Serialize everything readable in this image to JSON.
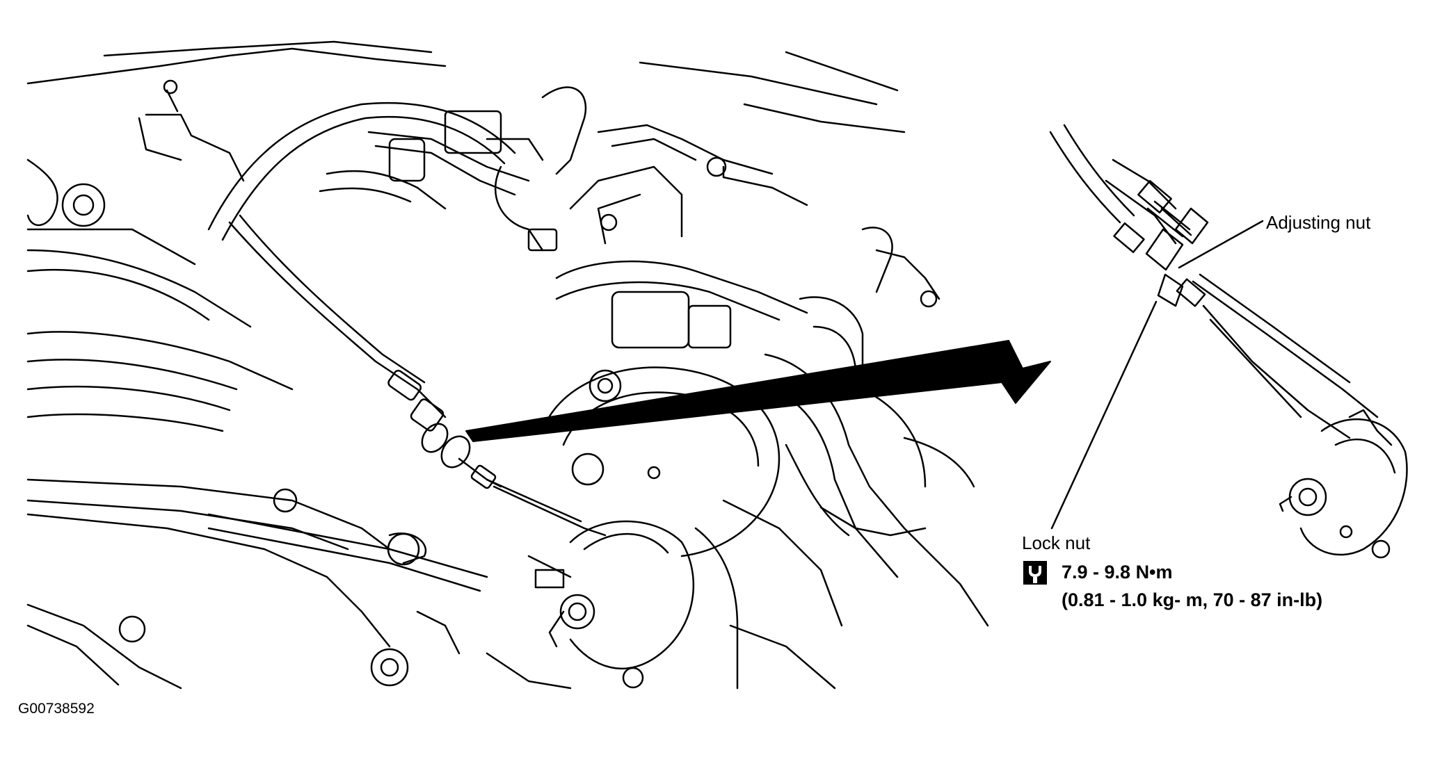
{
  "labels": {
    "adjusting_nut": "Adjusting nut",
    "lock_nut": "Lock nut"
  },
  "torque": {
    "icon": "torque-wrench-icon",
    "line1": "7.9 - 9.8 N•m",
    "line2": "(0.81 - 1.0 kg- m, 70 - 87 in-lb)"
  },
  "figure_id": "G00738592",
  "colors": {
    "ink": "#000000",
    "paper": "#ffffff"
  }
}
